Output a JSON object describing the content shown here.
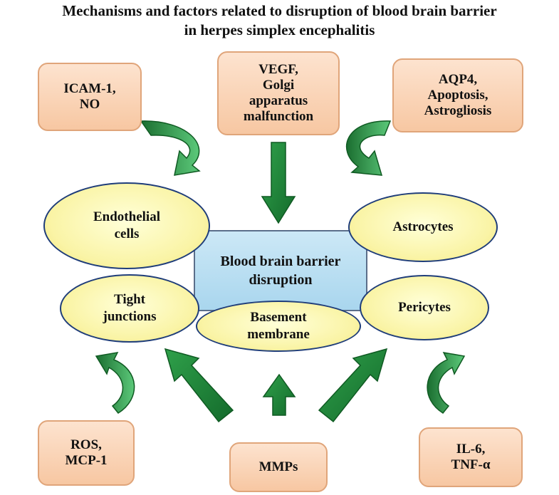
{
  "title": {
    "line1": "Mechanisms and factors related to disruption of blood brain barrier",
    "line2": "in herpes simplex encephalitis"
  },
  "factors": {
    "icam": "ICAM-1,\nNO",
    "vegf": "VEGF,\nGolgi\napparatus\nmalfunction",
    "aqp4": "AQP4,\nApoptosis,\nAstrogliosis",
    "ros": "ROS,\nMCP-1",
    "mmps": "MMPs",
    "il6": "IL-6,\nTNF-α"
  },
  "components": {
    "endothelial": "Endothelial\ncells",
    "astrocytes": "Astrocytes",
    "tight": "Tight\njunctions",
    "basement": "Basement\nmembrane",
    "pericytes": "Pericytes"
  },
  "center": {
    "label": "Blood brain barrier\ndisruption"
  },
  "colors": {
    "arrow_fill": "#1f8a3a",
    "arrow_stroke": "#0f5a22",
    "curved_fill": "#38a85a"
  }
}
